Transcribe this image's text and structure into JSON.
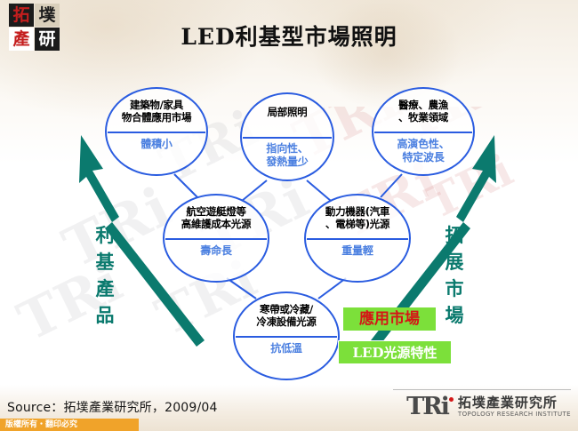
{
  "slide": {
    "title": "LED利基型市場照明",
    "brand_seal": {
      "ch1": "拓",
      "ch2": "墣",
      "ch3": "產",
      "ch4": "研"
    },
    "accent_blue": "#2a5ce0",
    "accent_teal": "#0b7a6e",
    "accent_green": "#7ce03a",
    "accent_red": "#d41616"
  },
  "bubbles": [
    {
      "market": "建築物/家具\n物合體應用市場",
      "feature": "體積小"
    },
    {
      "market": "局部照明",
      "feature": "指向性、\n發熱量少"
    },
    {
      "market": "醫療、農漁\n、牧業領域",
      "feature": "高演色性、\n特定波長"
    },
    {
      "market": "航空遊艇燈等\n高維護成本光源",
      "feature": "壽命長"
    },
    {
      "market": "動力機器(汽車\n、電梯等)光源",
      "feature": "重量輕"
    },
    {
      "market": "寒帶或冷藏/\n冷凍設備光源",
      "feature": "抗低溫"
    }
  ],
  "axes": {
    "left_label": "利基產品",
    "right_label": "拓展市場"
  },
  "legend": {
    "market_label": "應用市場",
    "feature_label": "LED光源特性"
  },
  "footer": {
    "source": "Source：拓墣產業研究所，2009/04",
    "copyright": "版權所有・翻印必究",
    "logo_mark": "TRi",
    "logo_cn": "拓墣產業研究所",
    "logo_en": "TOPOLOGY RESEARCH INSTITUTE"
  },
  "watermarks": [
    "TRi",
    "TRi",
    "TRi",
    "TRi",
    "TRi",
    "TRi",
    "TRi",
    "TRi",
    "TRi"
  ]
}
